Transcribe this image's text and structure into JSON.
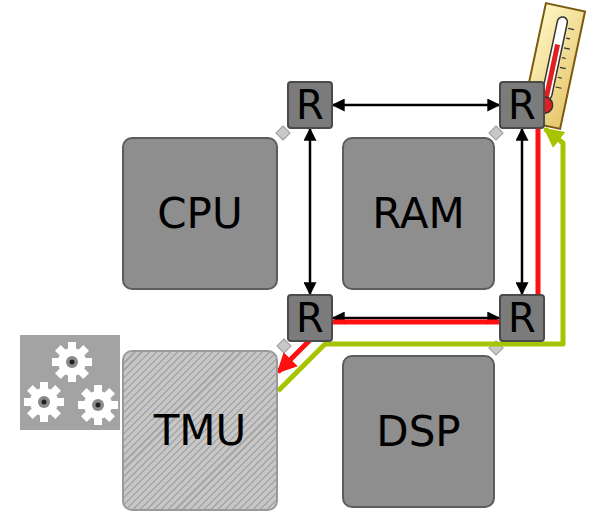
{
  "diagram": {
    "nodes": [
      {
        "text": [
          "R"
        ]
      },
      {
        "text": [
          "R"
        ]
      },
      {
        "text": [
          "CPU"
        ]
      },
      {
        "text": [
          "RAM"
        ]
      },
      {
        "text": [
          "R"
        ]
      },
      {
        "text": [
          "R"
        ]
      },
      {
        "text": [
          "TMU"
        ]
      },
      {
        "text": [
          "DSP"
        ]
      }
    ],
    "edges": [
      {
        "from": 0,
        "to": 1,
        "arrow": "both"
      },
      {
        "from": 0,
        "to": 4,
        "arrow": "both"
      },
      {
        "from": 1,
        "to": 5,
        "arrow": "both"
      },
      {
        "from": 4,
        "to": 5,
        "arrow": "both"
      },
      {
        "from": 1,
        "to": 6,
        "arrow": "to"
      },
      {
        "from": 6,
        "to": 1,
        "arrow": "to"
      }
    ]
  }
}
